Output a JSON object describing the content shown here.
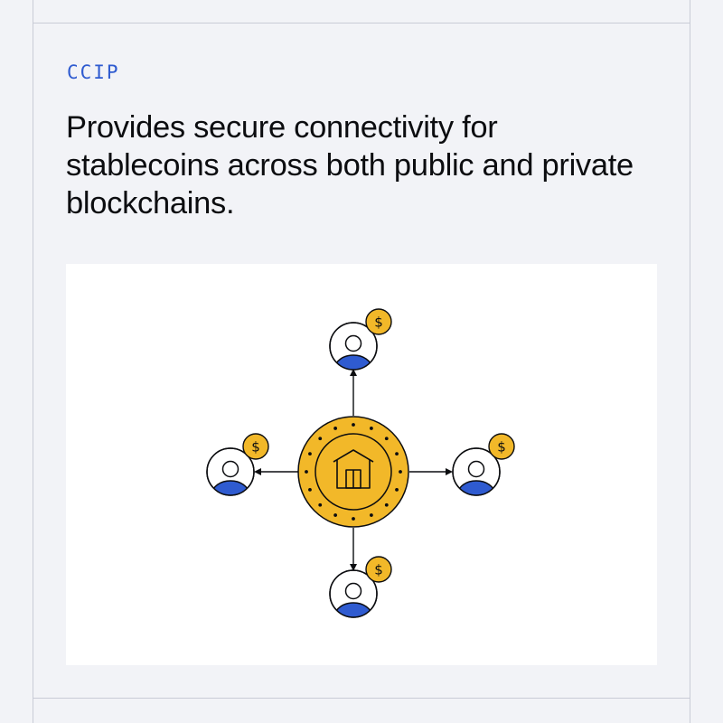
{
  "header": {
    "eyebrow": "CCIP",
    "headline": "Provides secure connectivity for stablecoins across both public and private blockchains."
  },
  "diagram": {
    "center_node": {
      "icon": "bank-icon"
    },
    "user_nodes": [
      {
        "position": "top",
        "badge": "$",
        "icon": "user-icon"
      },
      {
        "position": "left",
        "badge": "$",
        "icon": "user-icon"
      },
      {
        "position": "right",
        "badge": "$",
        "icon": "user-icon"
      },
      {
        "position": "bottom",
        "badge": "$",
        "icon": "user-icon"
      }
    ],
    "colors": {
      "coin": "#f2b829",
      "user_body": "#2f5bd0",
      "stroke": "#0c0d10",
      "accent_text": "#2f5bd0"
    }
  }
}
